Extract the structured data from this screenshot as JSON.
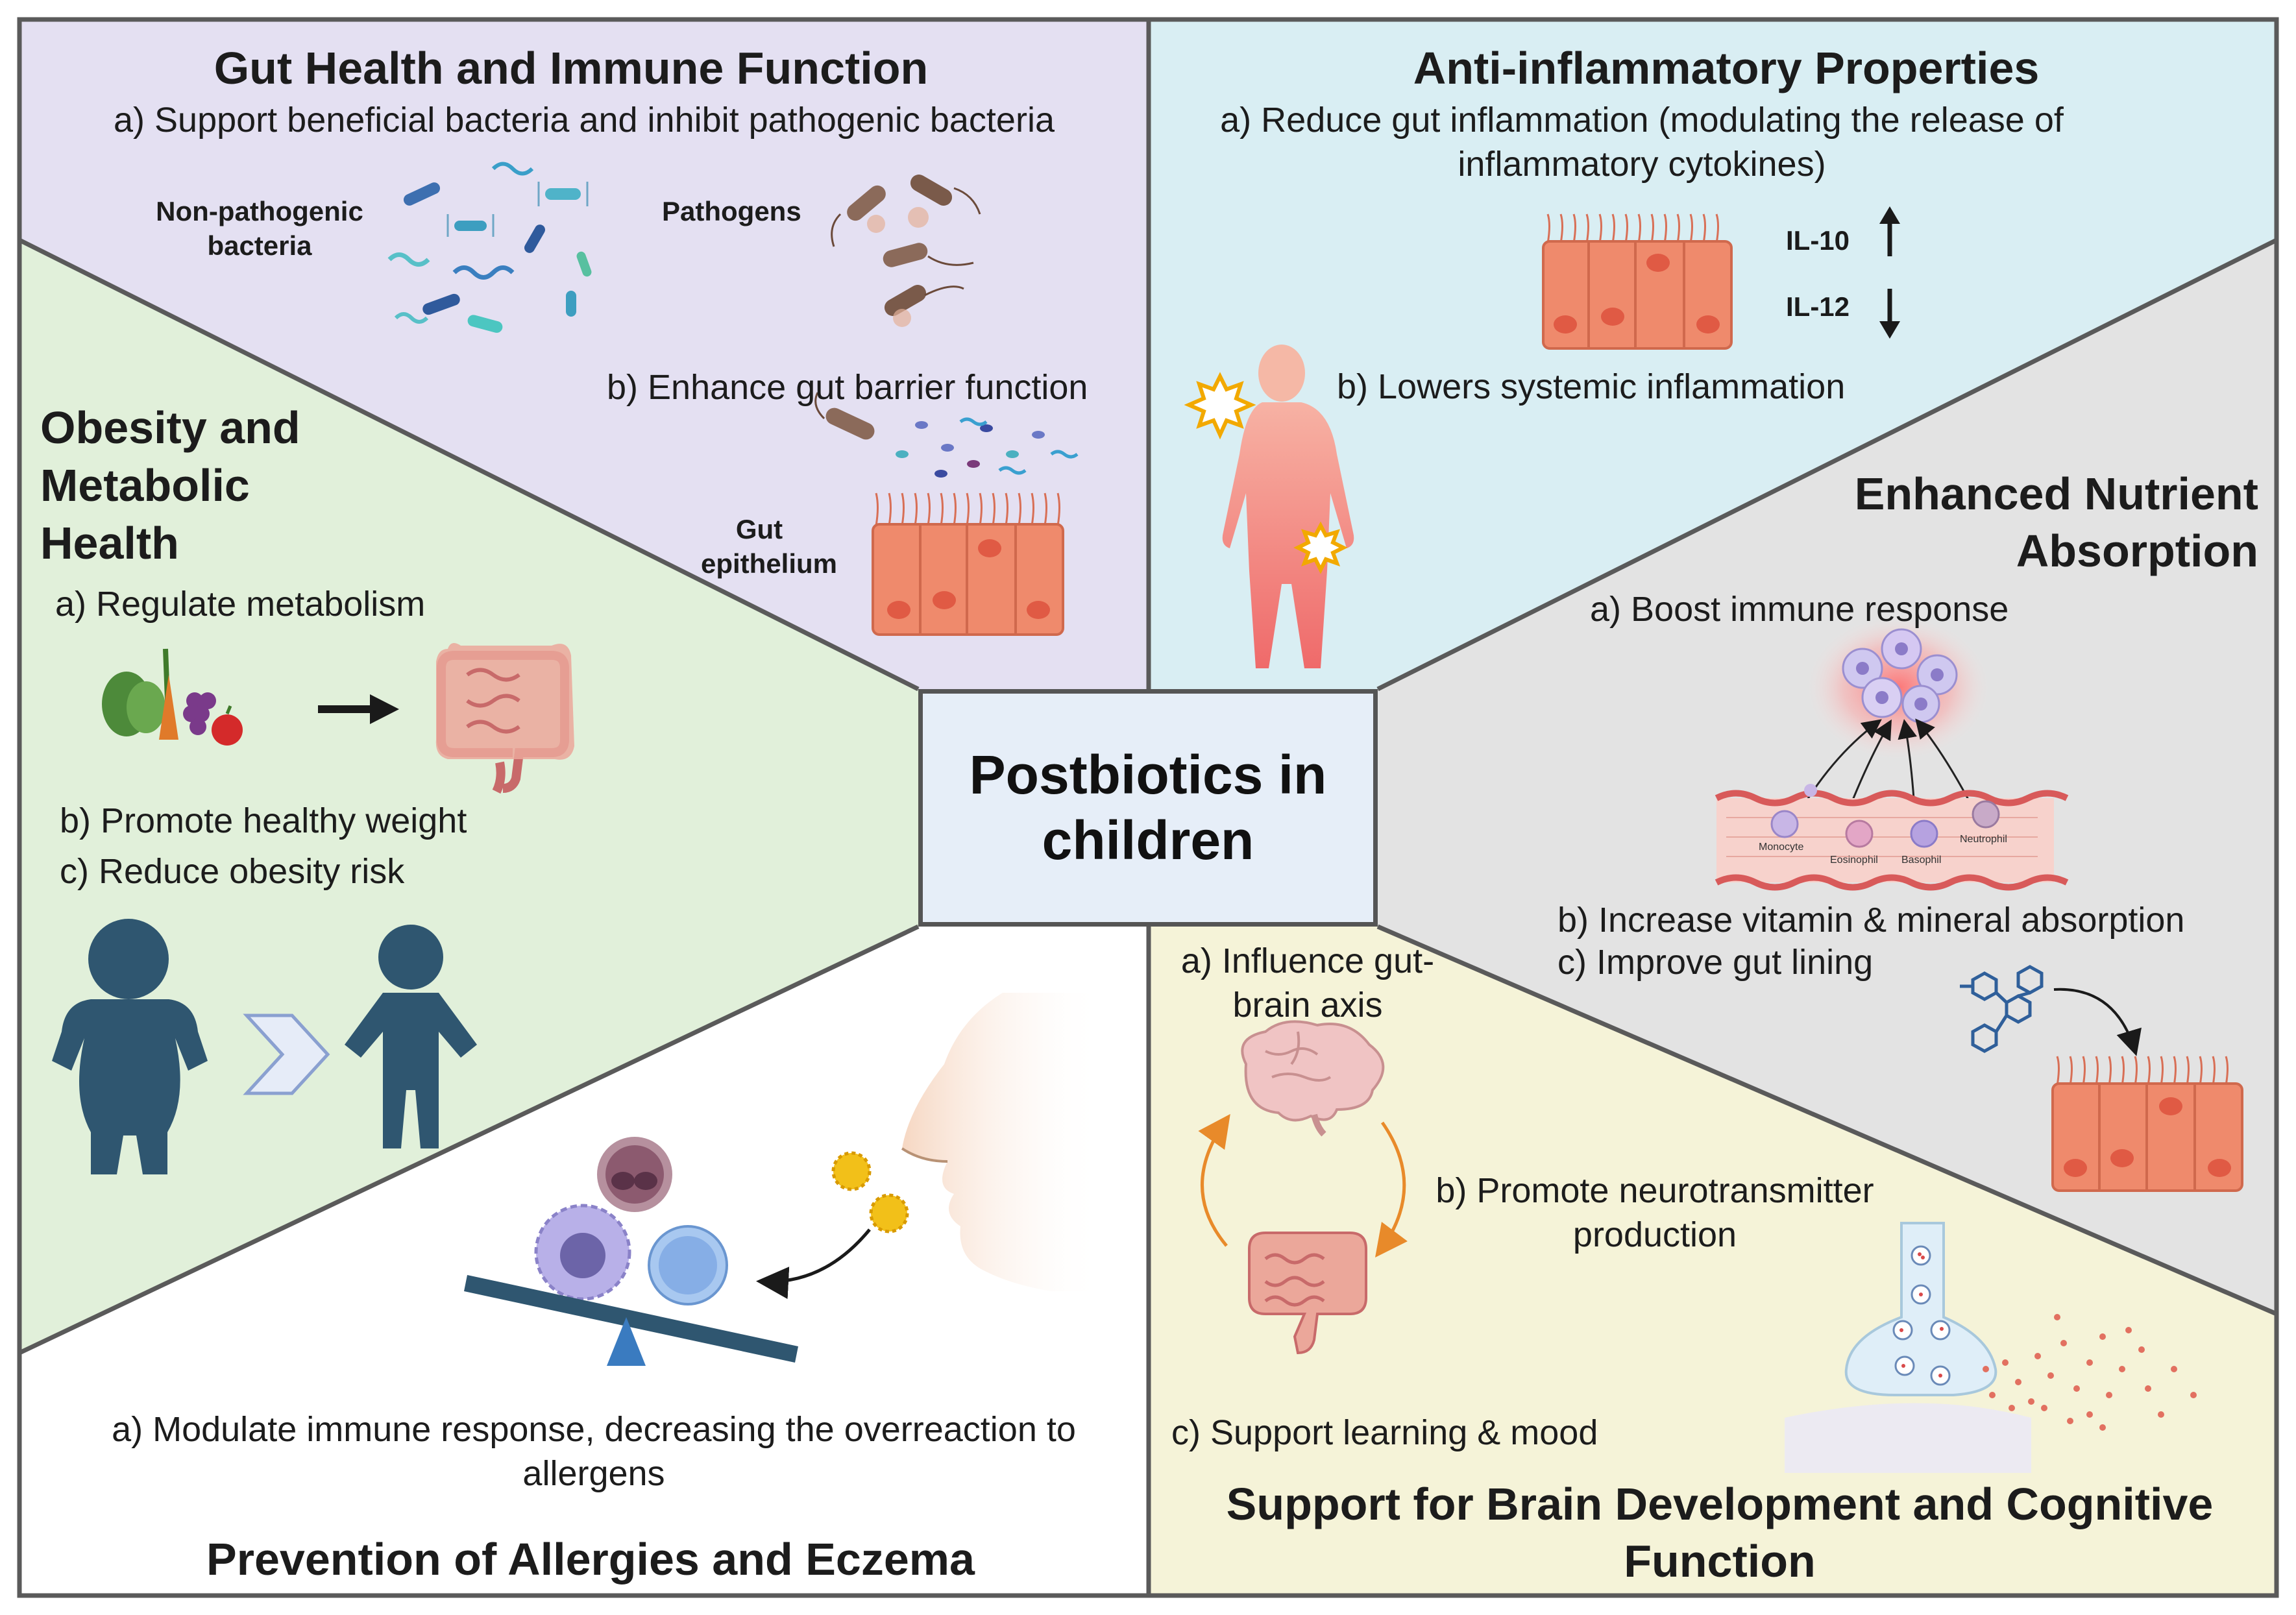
{
  "center_title": "Postbiotics in children",
  "panels": {
    "gut_immune": {
      "title": "Gut Health and Immune Function",
      "items": [
        "a) Support beneficial bacteria and inhibit pathogenic bacteria",
        "b) Enhance gut barrier function"
      ],
      "labels": {
        "non_pathogenic": "Non-pathogenic bacteria",
        "pathogens": "Pathogens",
        "epithelium": "Gut epithelium"
      }
    },
    "anti_inflammatory": {
      "title": "Anti-inflammatory Properties",
      "items": [
        "a) Reduce gut inflammation (modulating the release of inflammatory cytokines)",
        "b) Lowers systemic inflammation"
      ],
      "labels": {
        "il10": "IL-10",
        "il12": "IL-12"
      }
    },
    "nutrient": {
      "title": "Enhanced Nutrient Absorption",
      "items": [
        "a) Boost immune response",
        "b) Increase vitamin & mineral absorption",
        "c) Improve gut lining"
      ],
      "cells": [
        "Monocyte",
        "Eosinophil",
        "Basophil",
        "Neutrophil"
      ]
    },
    "obesity": {
      "title": "Obesity and Metabolic Health",
      "items": [
        "a) Regulate metabolism",
        "b) Promote healthy weight",
        "c) Reduce obesity risk"
      ]
    },
    "allergies": {
      "title": "Prevention of Allergies and Eczema",
      "items": [
        "a) Modulate immune response, decreasing the overreaction to allergens"
      ]
    },
    "brain": {
      "title": "Support for Brain Development and Cognitive Function",
      "items": [
        "a) Influence gut-brain axis",
        "b) Promote neurotransmitter production",
        "c) Support learning & mood"
      ]
    }
  },
  "colors": {
    "gut_immune_bg": "#e4e0f2",
    "anti_inflammatory_bg": "#d9eef3",
    "nutrient_bg": "#e3e3e3",
    "obesity_bg": "#e1f0da",
    "allergies_bg": "#ffffff",
    "brain_bg": "#f5f3d8",
    "center_bg": "#e6eef8",
    "epithelium": "#ef8a6c",
    "silhouette": "#2f5670"
  }
}
